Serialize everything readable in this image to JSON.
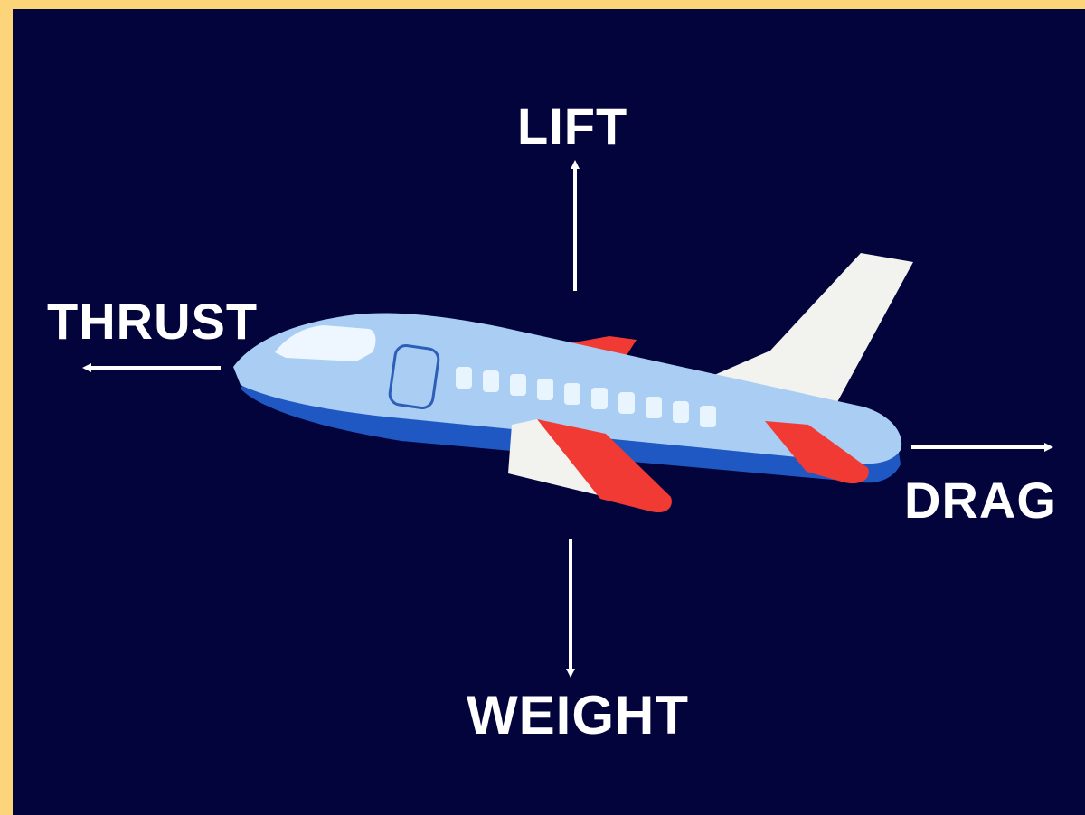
{
  "diagram": {
    "labels": {
      "lift": "LIFT",
      "thrust": "THRUST",
      "drag": "DRAG",
      "weight": "WEIGHT"
    },
    "colors": {
      "frame": "#fcd57a",
      "background": "#03043b",
      "fuselage": "#a9cdf3",
      "belly_stripe": "#1f58c2",
      "tail_fin": "#f2f2ee",
      "wing_accent": "#f23a35",
      "window": "#e8f5ff",
      "arrow": "#ffffff"
    }
  }
}
